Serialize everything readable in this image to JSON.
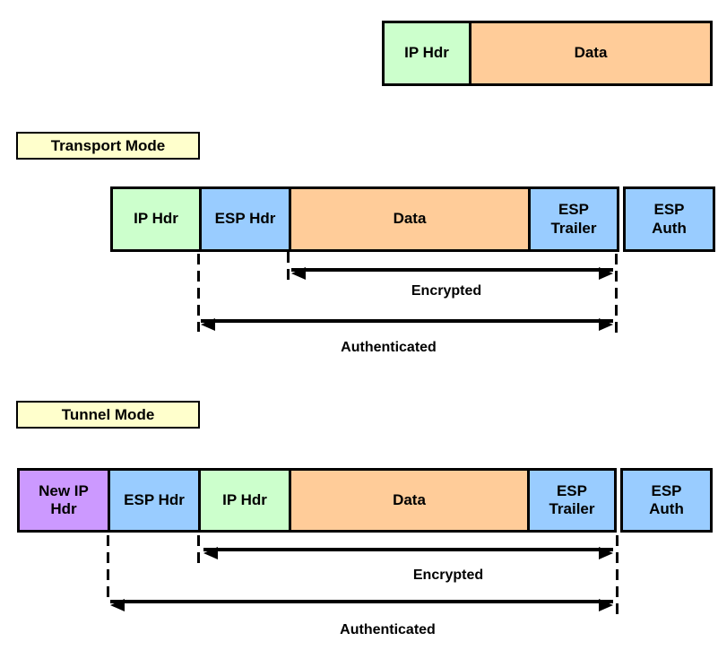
{
  "colors": {
    "ip_header": "#ccffcc",
    "data": "#ffcc99",
    "esp": "#99ccff",
    "new_ip_header": "#cc99ff",
    "mode_label_bg": "#ffffcc",
    "border": "#000000",
    "background": "#ffffff"
  },
  "original_packet": {
    "segments": [
      {
        "label": "IP Hdr",
        "color": "#ccffcc"
      },
      {
        "label": "Data",
        "color": "#ffcc99"
      }
    ]
  },
  "transport_mode": {
    "title": "Transport Mode",
    "segments": [
      {
        "label": "IP Hdr",
        "color": "#ccffcc"
      },
      {
        "label": "ESP Hdr",
        "color": "#99ccff"
      },
      {
        "label": "Data",
        "color": "#ffcc99"
      },
      {
        "label": "ESP\nTrailer",
        "color": "#99ccff"
      },
      {
        "label": "ESP\nAuth",
        "color": "#99ccff"
      }
    ],
    "encrypted_label": "Encrypted",
    "authenticated_label": "Authenticated"
  },
  "tunnel_mode": {
    "title": "Tunnel Mode",
    "segments": [
      {
        "label": "New IP\nHdr",
        "color": "#cc99ff"
      },
      {
        "label": "ESP Hdr",
        "color": "#99ccff"
      },
      {
        "label": "IP Hdr",
        "color": "#ccffcc"
      },
      {
        "label": "Data",
        "color": "#ffcc99"
      },
      {
        "label": "ESP\nTrailer",
        "color": "#99ccff"
      },
      {
        "label": "ESP\nAuth",
        "color": "#99ccff"
      }
    ],
    "encrypted_label": "Encrypted",
    "authenticated_label": "Authenticated"
  }
}
